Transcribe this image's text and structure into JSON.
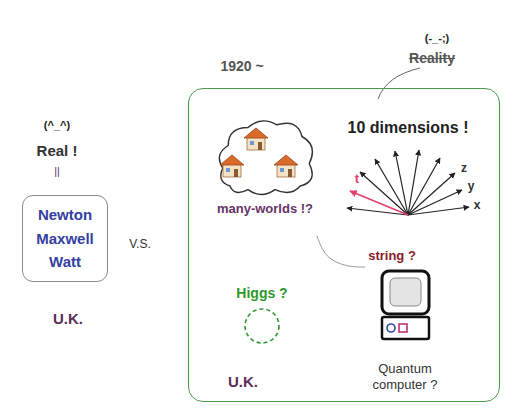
{
  "diagram": {
    "nodes": [
      {
        "text": [
          "Newton",
          "Maxwell",
          "Watt"
        ]
      },
      {
        "text": [
          "1920 ~"
        ]
      },
      {
        "text": [
          "many-worlds !?"
        ],
        "in": 1
      },
      {
        "text": [
          "Higgs ?"
        ],
        "in": 1
      },
      {
        "text": [
          "Quantum computer ?"
        ],
        "in": 1
      }
    ],
    "edges": [
      {
        "from": 2,
        "to": 4,
        "arrow": "none"
      }
    ],
    "labels": [
      "(^_^)",
      "Real !",
      "||",
      "U.K.",
      "V.S.",
      "(-_-;)",
      "Reality",
      "10 dimensions !",
      "t",
      "z",
      "y",
      "x",
      "string ?",
      "U.K."
    ]
  }
}
